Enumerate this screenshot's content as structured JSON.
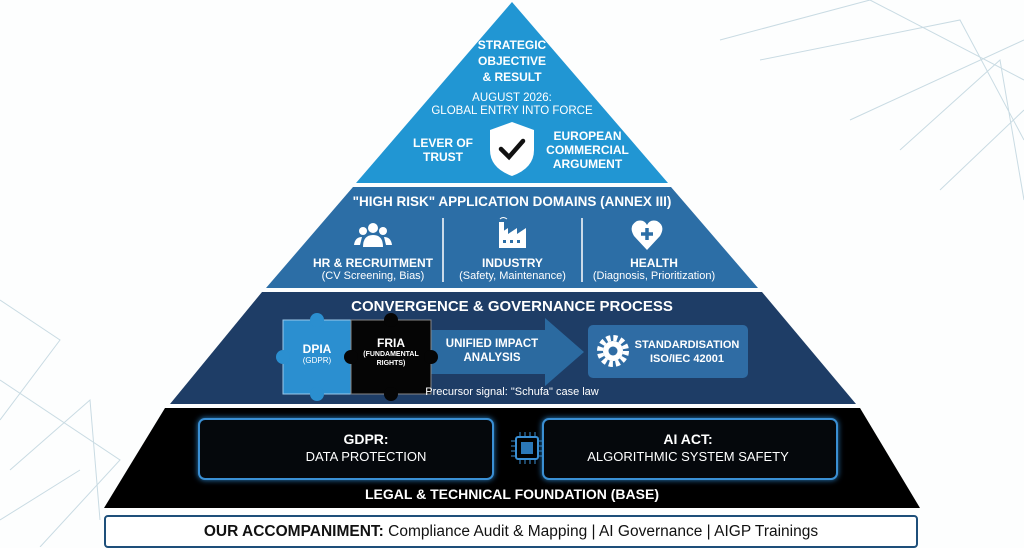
{
  "top": {
    "title_lines": [
      "STRATEGIC",
      "OBJECTIVE",
      "& RESULT"
    ],
    "date_lines": [
      "AUGUST 2026:",
      "GLOBAL ENTRY INTO FORCE"
    ],
    "left_lines": [
      "LEVER OF",
      "TRUST"
    ],
    "right_lines": [
      "EUROPEAN",
      "COMMERCIAL",
      "ARGUMENT"
    ],
    "icon": "shield-check-icon"
  },
  "high_risk": {
    "title": "\"HIGH RISK\" APPLICATION DOMAINS (ANNEX III)",
    "domains": [
      {
        "label": "HR & RECRUITMENT",
        "sub": "(CV Screening, Bias)",
        "icon": "people-icon"
      },
      {
        "label": "INDUSTRY",
        "sub": "(Safety, Maintenance)",
        "icon": "factory-icon"
      },
      {
        "label": "HEALTH",
        "sub": "(Diagnosis, Prioritization)",
        "icon": "heart-plus-icon"
      }
    ]
  },
  "convergence": {
    "title": "CONVERGENCE & GOVERNANCE PROCESS",
    "dpia": {
      "label": "DPIA",
      "sub": "(GDPR)"
    },
    "fria": {
      "label": "FRIA",
      "sub_lines": [
        "(FUNDAMENTAL",
        "RIGHTS)"
      ]
    },
    "arrow_lines": [
      "UNIFIED IMPACT",
      "ANALYSIS"
    ],
    "standard_lines": [
      "STANDARDISATION",
      "ISO/IEC 42001"
    ],
    "note": "Precursor signal: \"Schufa\" case law"
  },
  "base": {
    "gdpr": {
      "title": "GDPR:",
      "sub": "DATA PROTECTION"
    },
    "ai_act": {
      "title": "AI ACT:",
      "sub": "ALGORITHMIC SYSTEM SAFETY"
    },
    "label": "LEGAL & TECHNICAL FOUNDATION (BASE)"
  },
  "footer": {
    "lead": "OUR ACCOMPANIMENT:",
    "text": " Compliance Audit & Mapping | AI Governance | AIGP Trainings"
  },
  "colors": {
    "top": "#2196d3",
    "band2": "#2c6ea6",
    "band3": "#1e3d66",
    "base": "#000000",
    "accent": "#3a8fd4"
  }
}
